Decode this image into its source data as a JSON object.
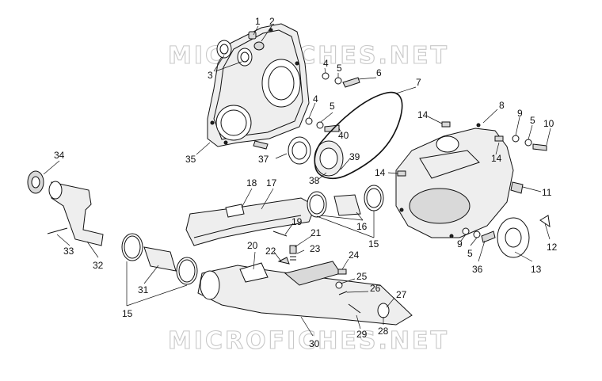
{
  "watermarks": [
    "MICROFICHES.NET",
    "MICROFICHES.NET"
  ],
  "labels": [
    "1",
    "2",
    "3",
    "4",
    "5",
    "6",
    "7",
    "4",
    "5",
    "40",
    "14",
    "8",
    "9",
    "5",
    "10",
    "14",
    "35",
    "37",
    "39",
    "38",
    "14",
    "34",
    "18",
    "17",
    "19",
    "16",
    "15",
    "11",
    "12",
    "9",
    "5",
    "13",
    "36",
    "33",
    "32",
    "20",
    "21",
    "22",
    "23",
    "24",
    "25",
    "26",
    "27",
    "31",
    "15",
    "28",
    "29",
    "30"
  ]
}
